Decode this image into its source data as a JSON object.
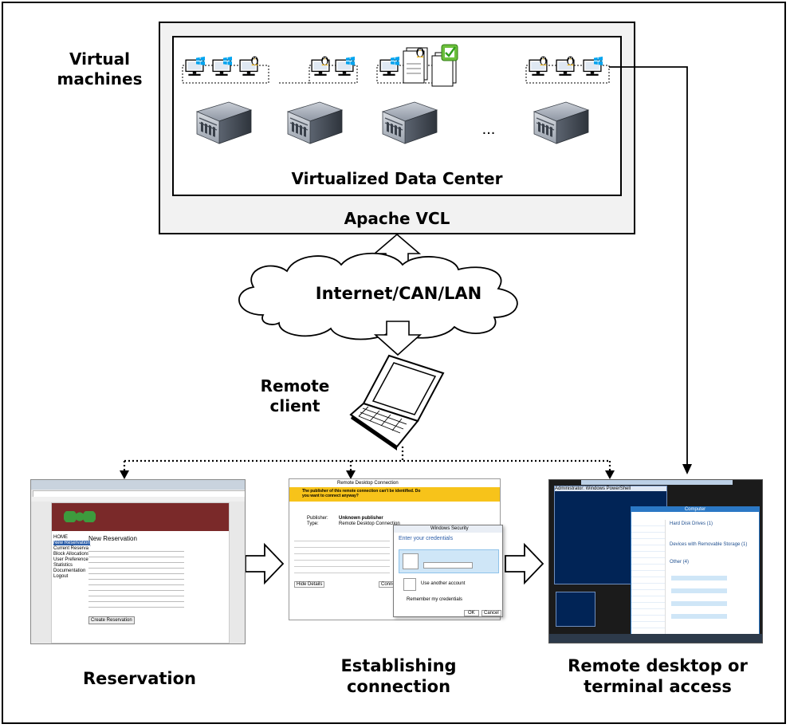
{
  "labels": {
    "virtual_machines": "Virtual machines",
    "data_center": "Virtualized Data Center",
    "apache_vcl": "Apache VCL",
    "network": "Internet/CAN/LAN",
    "remote_client": "Remote client",
    "reservation": "Reservation",
    "establishing": "Establishing connection",
    "remote_desktop": "Remote desktop or terminal access",
    "ellipsis": "..."
  },
  "reservation_shot": {
    "page_heading": "New Reservation",
    "nav_items": [
      "HOME",
      "New Reservation",
      "Current Reservations",
      "Block Allocations",
      "User Preferences",
      "Statistics",
      "Documentation",
      "Logout"
    ],
    "button": "Create Reservation"
  },
  "connection_shot": {
    "title": "Remote Desktop Connection",
    "warning": "The publisher of this remote connection can't be identified. Do you want to connect anyway?",
    "publisher_label": "Publisher:",
    "publisher_value": "Unknown publisher",
    "type_label": "Type:",
    "type_value": "Remote Desktop Connection",
    "security_title": "Windows Security",
    "credentials_heading": "Enter your credentials",
    "other_account": "Use another account",
    "remember": "Remember my credentials",
    "ok": "OK",
    "cancel": "Cancel",
    "connect": "Connect",
    "hide_details": "Hide Details"
  },
  "remote_shot": {
    "powershell_title": "Administrator: Windows PowerShell",
    "explorer_title": "Computer",
    "section_hdd": "Hard Disk Drives (1)",
    "section_removable": "Devices with Removable Storage (1)",
    "section_other": "Other (4)"
  },
  "colors": {
    "vcl_fill": "#f2f2f2",
    "browser_banner": "#7a2929",
    "warning_bar": "#f7c31a",
    "powershell_bg": "#012456",
    "desktop_bg": "#1b1b1b",
    "explorer_accent": "#2b78c5"
  }
}
